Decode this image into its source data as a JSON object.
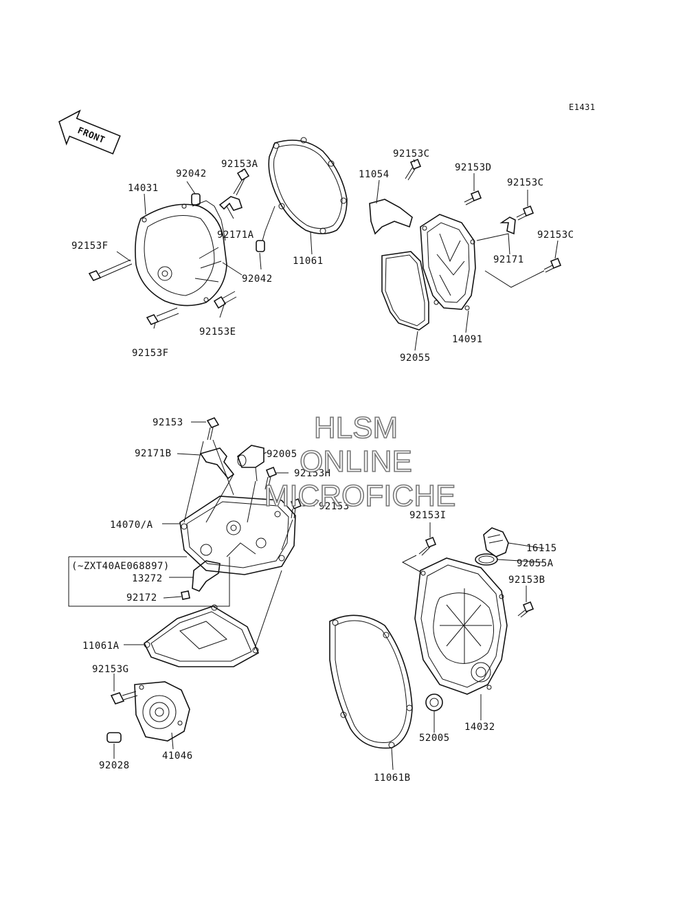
{
  "diagram_id": "E1431",
  "front_label": "FRONT",
  "watermark": {
    "line1": "HLSM",
    "line2": "ONLINE",
    "line3": "MICROFICHE"
  },
  "note": "(~ZXT40AE068897)",
  "labels": {
    "p92042_top": "92042",
    "p92153A": "92153A",
    "p14031": "14031",
    "p92153F_left": "92153F",
    "p92171A": "92171A",
    "p92042_mid": "92042",
    "p92153E": "92153E",
    "p92153F_bottom": "92153F",
    "p11061": "11061",
    "p11054": "11054",
    "p92153C_1": "92153C",
    "p92153D": "92153D",
    "p92153C_2": "92153C",
    "p92153C_3": "92153C",
    "p92171": "92171",
    "p14091": "14091",
    "p92055": "92055",
    "p92153_top": "92153",
    "p92171B": "92171B",
    "p92005": "92005",
    "p92153H": "92153H",
    "p92153_mid": "92153",
    "p14070A": "14070/A",
    "p13272": "13272",
    "p92172": "92172",
    "p11061A": "11061A",
    "p92153G": "92153G",
    "p41046": "41046",
    "p92028": "92028",
    "p92153I": "92153I",
    "p16115": "16115",
    "p92055A": "92055A",
    "p92153B": "92153B",
    "p14032": "14032",
    "p52005": "52005",
    "p11061B": "11061B"
  }
}
